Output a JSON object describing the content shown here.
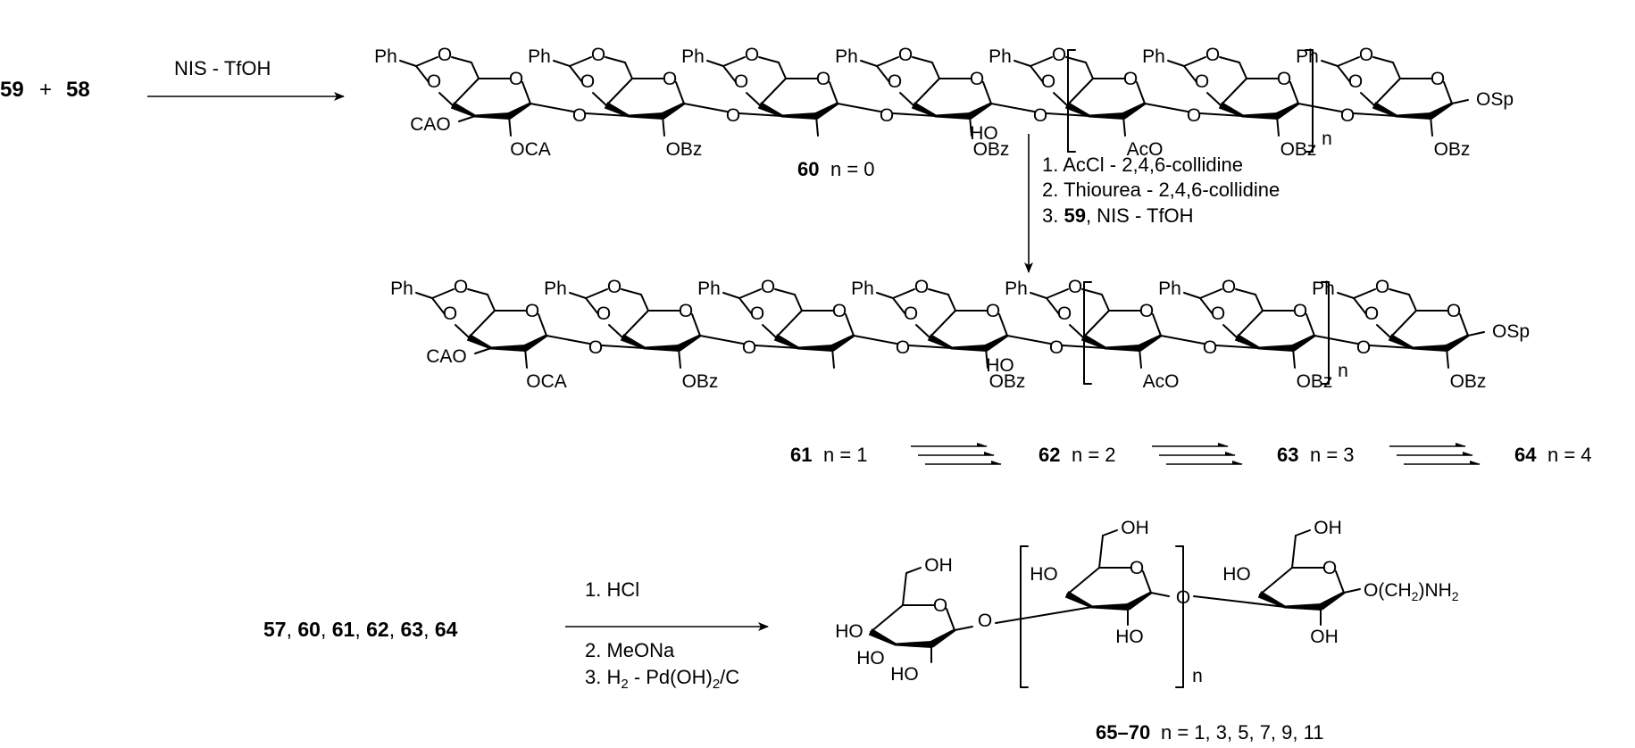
{
  "reaction1": {
    "reactant_a": "59",
    "plus": "+",
    "reactant_b": "58",
    "reagent": "NIS - TfOH"
  },
  "structure_top": {
    "labels": {
      "ph": "Ph",
      "o": "O",
      "cao": "CAO",
      "oca": "OCA",
      "obz": "OBz",
      "ho": "HO",
      "aco": "AcO",
      "osp": "OSp",
      "n": "n"
    },
    "compound": "60",
    "compound_n": "n = 0"
  },
  "step2": {
    "line1": "1. AcCl - 2,4,6-collidine",
    "line2": "2. Thiourea - 2,4,6-collidine",
    "line3_prefix": "3. ",
    "line3_bold": "59",
    "line3_suffix": ", NIS - TfOH"
  },
  "structure_middle": {
    "labels": {
      "ph": "Ph",
      "o": "O",
      "cao": "CAO",
      "oca": "OCA",
      "obz": "OBz",
      "ho": "HO",
      "aco": "AcO",
      "osp": "OSp",
      "n": "n"
    }
  },
  "series": [
    {
      "compound": "61",
      "n": "n = 1"
    },
    {
      "compound": "62",
      "n": "n = 2"
    },
    {
      "compound": "63",
      "n": "n = 3"
    },
    {
      "compound": "64",
      "n": "n = 4"
    }
  ],
  "deprotection": {
    "reactants": [
      {
        "bold": "57",
        "sep": ", "
      },
      {
        "bold": "60",
        "sep": ", "
      },
      {
        "bold": "61",
        "sep": ", "
      },
      {
        "bold": "62",
        "sep": ", "
      },
      {
        "bold": "63",
        "sep": ", "
      },
      {
        "bold": "64",
        "sep": ""
      }
    ],
    "reagent1": "1. HCl",
    "reagent2": "2. MeONa",
    "reagent3": "3. H2 - Pd(OH)2/C"
  },
  "product": {
    "labels": {
      "oh": "OH",
      "ho": "HO",
      "o": "O",
      "amine": "O(CH2)NH2",
      "n": "n"
    },
    "compound": "65–70",
    "compound_n": "n = 1, 3, 5, 7, 9, 11"
  }
}
